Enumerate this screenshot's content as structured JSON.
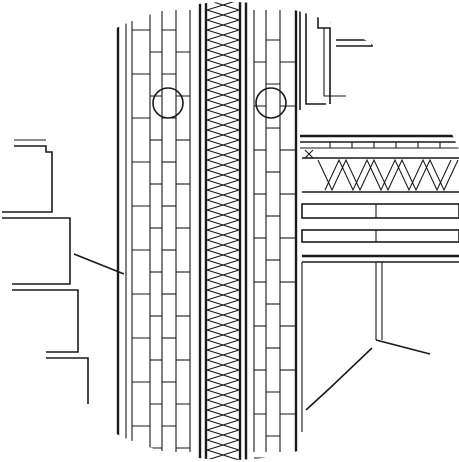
{
  "drawing": {
    "kind": "architectural-section-detail",
    "view": "circular-enlarged-detail",
    "line_color": "#1a1a1a",
    "background": "#ffffff",
    "components": [
      "masonry-outer-leaf",
      "cavity-insulation",
      "masonry-inner-leaf",
      "wall-ties",
      "exterior-cladding-steps",
      "floor-assembly-with-insulation",
      "window-frame",
      "ceiling-joist"
    ]
  }
}
